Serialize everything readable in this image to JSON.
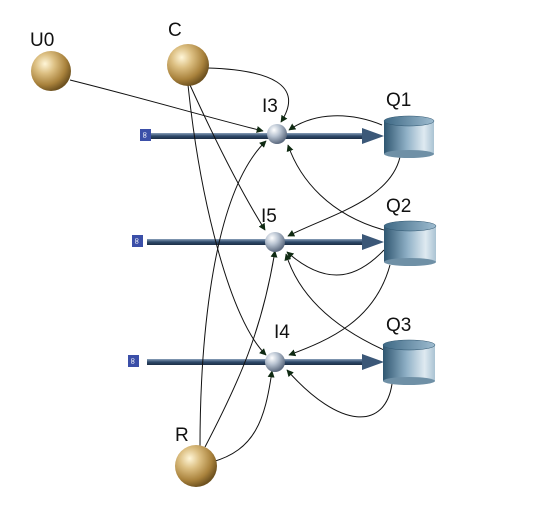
{
  "nodes": {
    "U0": {
      "label": "U0"
    },
    "C": {
      "label": "C"
    },
    "R": {
      "label": "R"
    },
    "I3": {
      "label": "I3"
    },
    "I5": {
      "label": "I5"
    },
    "I4": {
      "label": "I4"
    },
    "Q1": {
      "label": "Q1"
    },
    "Q2": {
      "label": "Q2"
    },
    "Q3": {
      "label": "Q3"
    }
  },
  "sources": [
    {
      "label": "∞",
      "target": "I3"
    },
    {
      "label": "∞",
      "target": "I5"
    },
    {
      "label": "∞",
      "target": "I4"
    }
  ],
  "edges": [
    [
      "U0",
      "I3"
    ],
    [
      "C",
      "I3"
    ],
    [
      "C",
      "I5"
    ],
    [
      "C",
      "I4"
    ],
    [
      "R",
      "I3"
    ],
    [
      "R",
      "I5"
    ],
    [
      "R",
      "I4"
    ],
    [
      "Q1",
      "I3"
    ],
    [
      "Q1",
      "I5"
    ],
    [
      "Q2",
      "I3"
    ],
    [
      "Q2",
      "I5"
    ],
    [
      "Q2",
      "I4"
    ],
    [
      "Q3",
      "I5"
    ],
    [
      "Q3",
      "I4"
    ],
    [
      "I3",
      "Q1"
    ],
    [
      "I5",
      "Q2"
    ],
    [
      "I4",
      "Q3"
    ]
  ],
  "colors": {
    "edge": "#111111",
    "flow_bar": "#2e4a6a",
    "source_box": "#3b4fa8",
    "gold_node": "#b8924a",
    "steel_node": "#7c8fa6",
    "queue": "#4f7590"
  }
}
